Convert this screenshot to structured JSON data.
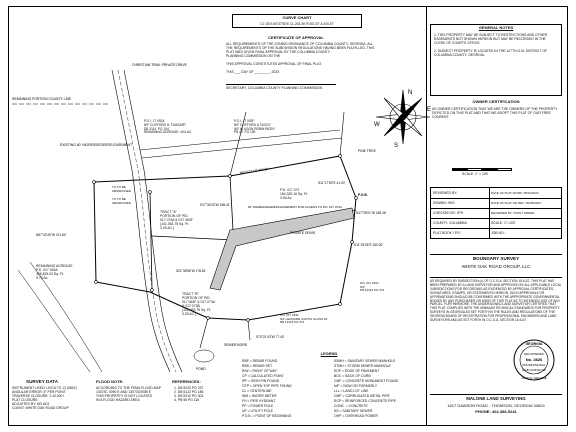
{
  "curve_chart": {
    "title": "CURVE CHART",
    "row": "C1  CB:S 84°37'06\"E   CL:245.36'   R:301.57'   A:245.57'"
  },
  "certificate_of_approval": {
    "title": "CERTIFICATE OF APPROVAL",
    "lines": [
      "ALL REQUIREMENTS OF THE ZONING ORDINANCE OF COLUMBIA COUNTY, GEORGIA, ALL",
      "THE REQUIREMENTS OF THE SUBDIVISION REGULATIONS HAVING BEEN FULFILLED, THIS",
      "PLAT WAS GIVEN FINAL APPROVAL BY THE COLUMBIA COUNTY",
      "PLANNING COMMISSION ON THE",
      "THIS APPROVAL CONSTITUTES APPROVAL OF FINAL PLAT.",
      "THIS ___ DAY OF ________, 2023",
      "SECRETARY, COLUMBIA COUNTY PLANNING COMMISSION"
    ]
  },
  "general_notes": {
    "title": "GENERAL NOTES",
    "items": [
      "1. THIS PROPERTY MAY BE SUBJECT TO RESTRICTIONS AND OTHER EASEMENTS NOT SHOWN HEREON BUT MAY BE RECORDED IN THE CLERK OF COURTS OFFICE.",
      "2. SUBJECT PROPERTY IS LOCATED IN THE 127TH G.M. DISTRICT OF COLUMBIA COUNTY, GEORGIA."
    ]
  },
  "owner_certification": {
    "title": "OWNER CERTIFICATION",
    "text": "AS OWNER CERTIFICATION THAT WE ARE THE OWNERS OF THE PROPERTY DEPICTED ON THIS PLAT AND THAT WE ADOPT THIS PLAT OF OUR FREE CONSENT."
  },
  "scale": {
    "label": "SCALE: 1\" = 100'"
  },
  "compass": {
    "north": "N",
    "south": "S",
    "east": "E",
    "west": "W"
  },
  "title_block_rows": [
    [
      "REVIEWED BY:",
      "DATE OF PLAT WORK: 08/10/2023"
    ],
    [
      "DRAWN: HKS",
      "DATE OF PLAT OR REV: 09/28/2023"
    ],
    [
      "CHECKED BY: JPH",
      "REVIEWED BY: STAN TURNER"
    ],
    [
      "COUNTY: COLUMBIA",
      "SCALE: 1\"=100'"
    ],
    [
      "PLAT BOOK / PG:",
      "JOB NO.:"
    ]
  ],
  "project": {
    "title": "BOUNDARY SURVEY",
    "client": "WHITE OAK ROAD GROUP, LLC"
  },
  "surveyor_cert": "AS REQUIRED BY SUBSECTION (c) OF O.C.G.A. SECTION 15-6-67, THIS PLAT HAS BEEN PREPARED BY A LAND SURVEYOR AND APPROVED BY ALL APPLICABLE LOCAL JURISDICTIONS FOR RECORDING AS EVIDENCED BY APPROVAL CERTIFICATES, SIGNATURES, STAMPS, OR STATEMENTS HEREON. SUCH APPROVALS OR AFFIRMATIONS SHOULD BE CONFIRMED WITH THE APPROPRIATE GOVERNMENTAL BODIES BY ANY PURCHASER OR USER OF THIS PLAT AS TO INTENDED USE OF ANY PARCEL. FURTHERMORE, THE UNDERSIGNED LAND SURVEYOR CERTIFIES THAT THIS PLAT COMPLIES WITH THE MINIMUM TECHNICAL STANDARDS FOR PROPERTY SURVEYS IN GEORGIA AS SET FORTH IN THE RULES AND REGULATIONS OF THE GEORGIA BOARD OF REGISTRATION FOR PROFESSIONAL ENGINEERS AND LAND SURVEYORS AND AS SET FORTH IN O.C.G.A. SECTION 15-6-67.",
  "seal": {
    "state": "GEORGIA",
    "reg": "REGISTERED",
    "no": "No. 2826",
    "title": "PROFESSIONAL",
    "name": "JOHN D. MALONE",
    "kind": "LAND SURVEYOR"
  },
  "firm": {
    "name": "MALONE LAND SURVEYING",
    "address": "1617 DAWSON ROAD - THOMSON, GEORGIA 30824",
    "phone": "PHONE: 404-386-5241"
  },
  "survey_data": {
    "title": "SURVEY DATA",
    "lines": [
      "INSTRUMENT USED: LEICA TS 12 (0802)",
      "ANGULAR ERROR: 5\" PER POINT",
      "TRAVERSE CLOSURE: 1:10,000+",
      "PLAT CLOSURE: ",
      "ADJUSTED BY: NO ADJ",
      "CLIENT: WHITE OAK ROAD GROUP"
    ]
  },
  "flood_note": {
    "title": "FLOOD NOTE:",
    "lines": [
      "ACCORDING TO THE FEMA FLOOD MAP",
      "13073C 0090 E AND 13073C0085 E",
      "THIS PROPERTY IS NOT LOCATED",
      "IN A FLOOD HAZARD AREA"
    ]
  },
  "references": {
    "title": "REFERENCES:",
    "lines": [
      "1. DB 5220 PG 237",
      "2. DB 5122 PG 185",
      "3. DB 5210 PG 301",
      "4. PB 55 PG 116"
    ]
  },
  "legend": {
    "title": "LEGEND",
    "col1": [
      "RBF = REBAR FOUND",
      "RBS = REBAR SET",
      "R/W = RIGHT OF WAY",
      "CP = CALCULATED POINT",
      "IPF = IRON PIN FOUND",
      "OTP = OPEN TOP PIPE FOUND",
      "CL = CENTERLINE",
      "WM = WATER METER",
      "FH = FIRE HYDRANT",
      "PP = POWER POLE",
      "UP = UTILITY POLE",
      "P.O.B. = POINT OF BEGINNING"
    ],
    "col2": [
      "SSMH = SANITARY SEWER MANHOLE",
      "STMH = STORM SEWER MANHOLE",
      "EOP = EDGE OF PAVEMENT",
      "BOC = BACK OF CURB",
      "CMF = CONCRETE MONUMENT FOUND",
      "N/F = NOW OR FORMERLY",
      "LLL = LAND LOT LINE",
      "CMP = CORRUGATED METAL PIPE",
      "RCP = REINFORCED CONCRETE PIPE",
      "CONC. = CONCRETE",
      "SS = SANITARY SEWER",
      "OHP = OVERHEAD POWER"
    ]
  },
  "map_labels": {
    "road_top": "CHRISTIAN TRAIL PRIVATE DRIVE",
    "easement_note": "EXISTING 60' INGRESS/EGRESS EASEMENT",
    "road_left": "REMAINING PORTION COUNTY LINE",
    "owner1": "P.O.I. 17 092A\nN/F CLIFFORD H. TAGGART\nDB 3114  PG 104\nREMAINING ACREAGE: ±5.6 AC.",
    "owner2": "P.O.I. 17 092F\nN/F CLIFFORD & TAGGY\nN/F ALLISON ROBIN RIDDY\nPB 25  PG 136",
    "tract_a": "TRACT \"A\"\nPORTION OF PID.\n017 074A & 017 063F\n(141,063.75 Sq. Ft.\n3.25 AC.)",
    "tract_b": "TRACT \"B\"\nPORTION OF PID.\n017 063F & 017 073A\n& 017 073B\n(141,063.75 Sq. Ft.\n3.25 AC.)",
    "nf_east": "P.D. 017 072\n154,329.16 Sq. Ft.\n3.54 Ac.",
    "remaining": "REMAINING ACREAGE\nP.D. 017 063A\n426,819.02 Sq. Ft.\n9.79 Ac.",
    "bearing1": "N57°42'49\"W\n471.84'",
    "bearing2": "S17°34'03\"W\n198.41'",
    "bearing3": "S21°38'56\"W\n178.81'",
    "bearing4": "S11°17'53\"E\n41.00'",
    "bearing5": "S11°25'25\"E\n150.00'",
    "bearing6": "S74°21'43\"W\n77.40'",
    "bearing7": "N62°15'11\"E\n282.25'",
    "bearing8": "N17°25'01\"W\n185.46'",
    "easement_label": "50' INGRESS/EGRESS EASEMENT\nFOR ACCESS TO P.D. 017 074A",
    "private_drive": "PRIVATE DRIVE",
    "pob": "P.O.B.",
    "pine_tree": "PINE TREE",
    "n_f_south": "P.D. 017 063L\nN/F LEONARD CURTIS GLASS JR\nDB 12315 PG 372",
    "n_f_se": "P.D. 017 063J\nN/F\nPB 12315 PG 372",
    "to_be_abandoned1": "TO TO BE\nABANDONED",
    "to_be_abandoned2": "TO TO BE\nABANDONED",
    "sewer": "SEWER BORE",
    "pond": "POND"
  }
}
